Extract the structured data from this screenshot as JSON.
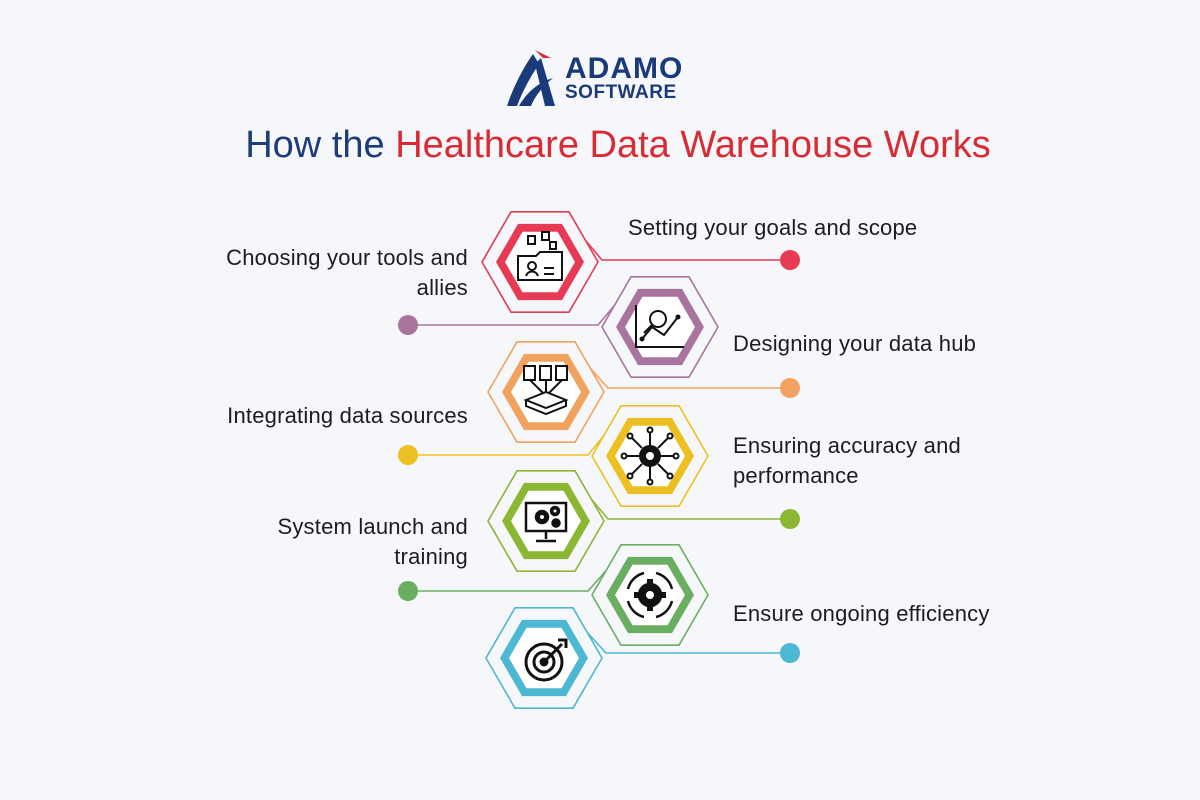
{
  "logo": {
    "line1": "ADAMO",
    "line2": "SOFTWARE"
  },
  "title": {
    "prefix": "How the ",
    "highlight": "Healthcare Data Warehouse Works"
  },
  "steps": [
    {
      "label": "Setting your goals and scope",
      "side": "right",
      "color": "#e63a55",
      "icon": "folder-documents-icon"
    },
    {
      "label": "Choosing your tools and allies",
      "side": "left",
      "color": "#a8749e",
      "icon": "chart-magnifier-icon"
    },
    {
      "label": "Designing your data hub",
      "side": "right",
      "color": "#f2a25f",
      "icon": "documents-to-drive-icon"
    },
    {
      "label": "Integrating data sources",
      "side": "left",
      "color": "#edc021",
      "icon": "gear-network-icon"
    },
    {
      "label": "Ensuring accuracy and performance",
      "side": "right",
      "color": "#8bb733",
      "icon": "monitor-gears-icon"
    },
    {
      "label": "System launch and training",
      "side": "left",
      "color": "#6aae62",
      "icon": "gear-cycle-icon"
    },
    {
      "label": "Ensure ongoing efficiency",
      "side": "right",
      "color": "#4cb8d2",
      "icon": "target-arrow-icon"
    }
  ]
}
